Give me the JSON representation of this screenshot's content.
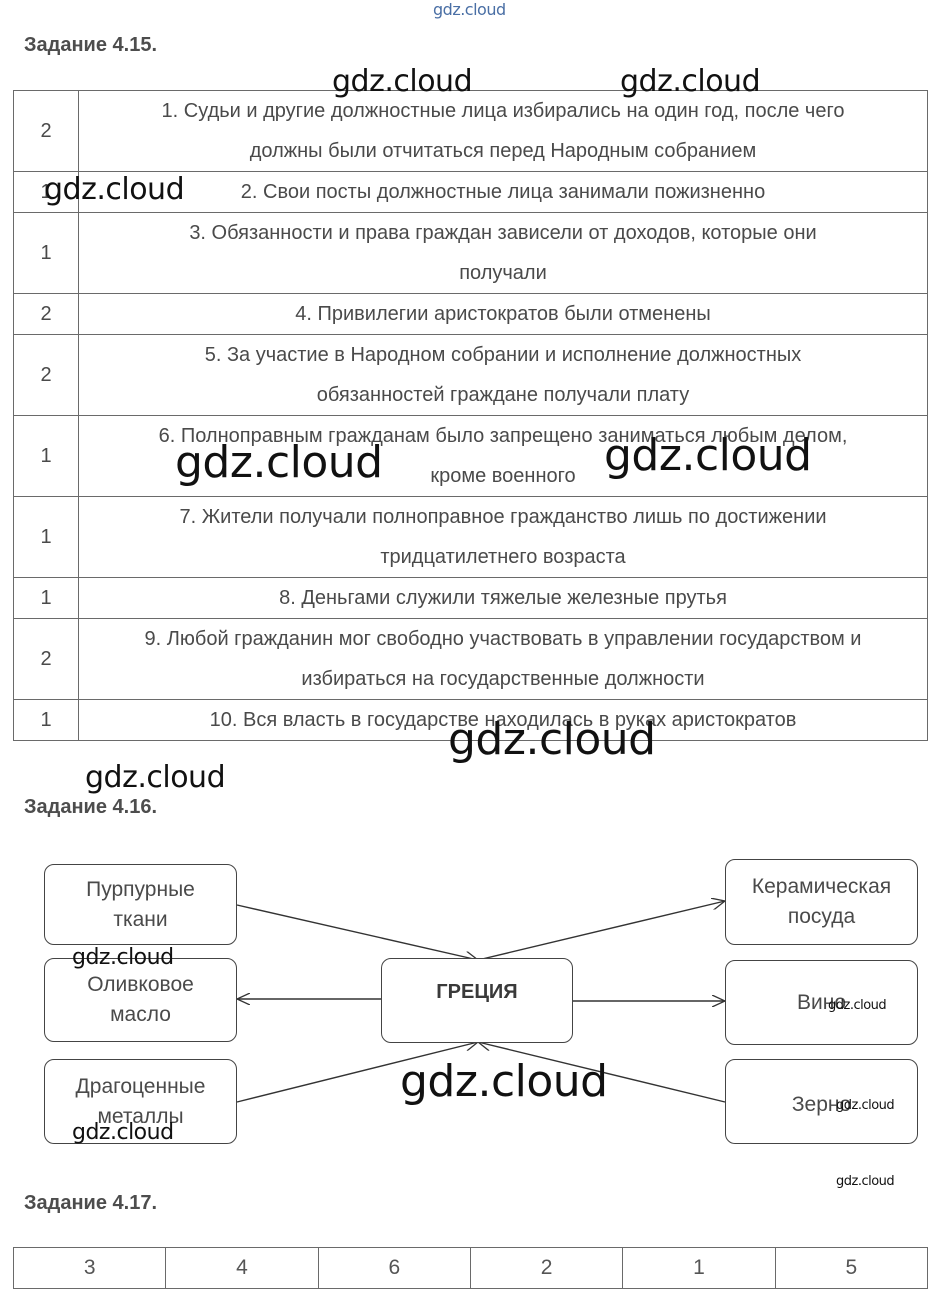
{
  "watermark": "gdz.cloud",
  "task1": {
    "heading": "Задание 4.15.",
    "rows": [
      {
        "num": "2",
        "line1": "1. Судьи и другие должностные лица избирались на один год, после чего",
        "line2": "должны были отчитаться перед Народным собранием"
      },
      {
        "num": "1",
        "line1": "2. Свои посты должностные лица занимали пожизненно",
        "line2": ""
      },
      {
        "num": "1",
        "line1": "3. Обязанности и права граждан зависели от доходов, которые они",
        "line2": "получали"
      },
      {
        "num": "2",
        "line1": "4. Привилегии аристократов были отменены",
        "line2": ""
      },
      {
        "num": "2",
        "line1": "5. За участие в Народном собрании и исполнение должностных",
        "line2": "обязанностей граждане получали плату"
      },
      {
        "num": "1",
        "line1": "6. Полноправным гражданам было запрещено заниматься любым делом,",
        "line2": "кроме военного"
      },
      {
        "num": "1",
        "line1": "7. Жители получали полноправное гражданство лишь по достижении",
        "line2": "тридцатилетнего возраста"
      },
      {
        "num": "1",
        "line1": "8. Деньгами служили тяжелые железные прутья",
        "line2": ""
      },
      {
        "num": "2",
        "line1": "9. Любой гражданин мог свободно участвовать в управлении государством и",
        "line2": "избираться на государственные должности"
      },
      {
        "num": "1",
        "line1": "10. Вся власть в государстве находилась в руках аристократов",
        "line2": ""
      }
    ]
  },
  "task2": {
    "heading": "Задание 4.16.",
    "center": "ГРЕЦИЯ",
    "left": [
      {
        "line1": "Пурпурные",
        "line2": "ткани"
      },
      {
        "line1": "Оливковое",
        "line2": "масло"
      },
      {
        "line1": "Драгоценные",
        "line2": "металлы"
      }
    ],
    "right": [
      {
        "line1": "Керамическая",
        "line2": "посуда"
      },
      {
        "line1": "Вино",
        "line2": ""
      },
      {
        "line1": "Зерно",
        "line2": ""
      }
    ]
  },
  "task3": {
    "heading": "Задание 4.17.",
    "cells": [
      "3",
      "4",
      "6",
      "2",
      "1",
      "5"
    ]
  }
}
